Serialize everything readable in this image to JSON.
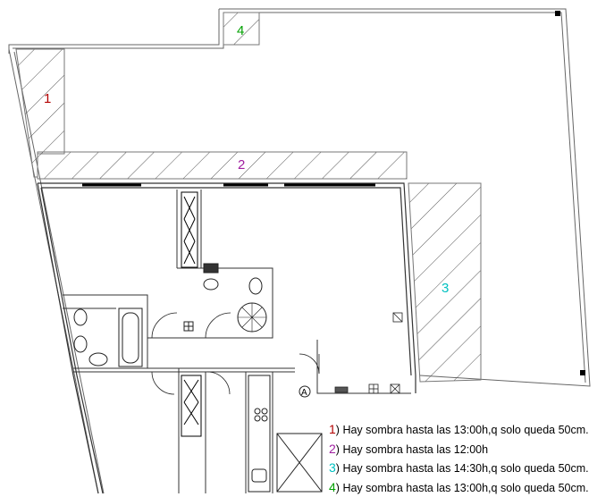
{
  "zones": [
    {
      "id": "1",
      "label": "1",
      "color": "#b30000"
    },
    {
      "id": "2",
      "label": "2",
      "color": "#a020a0"
    },
    {
      "id": "3",
      "label": "3",
      "color": "#00c0c0"
    },
    {
      "id": "4",
      "label": "4",
      "color": "#00a000"
    }
  ],
  "entrance_symbol": "A",
  "legend": [
    {
      "number": "1",
      "paren": ")",
      "text": "Hay sombra hasta las 13:00h,q solo queda 50cm.",
      "color": "#b30000"
    },
    {
      "number": "2",
      "paren": ")",
      "text": "Hay sombra hasta las 12:00h",
      "color": "#a020a0"
    },
    {
      "number": "3",
      "paren": ")",
      "text": "Hay sombra hasta las 14:30h,q solo queda 50cm.",
      "color": "#00c0c0"
    },
    {
      "number": "4",
      "paren": ")",
      "text": "Hay sombra hasta las 13:00h,q solo queda 50cm.",
      "color": "#00a000"
    }
  ]
}
